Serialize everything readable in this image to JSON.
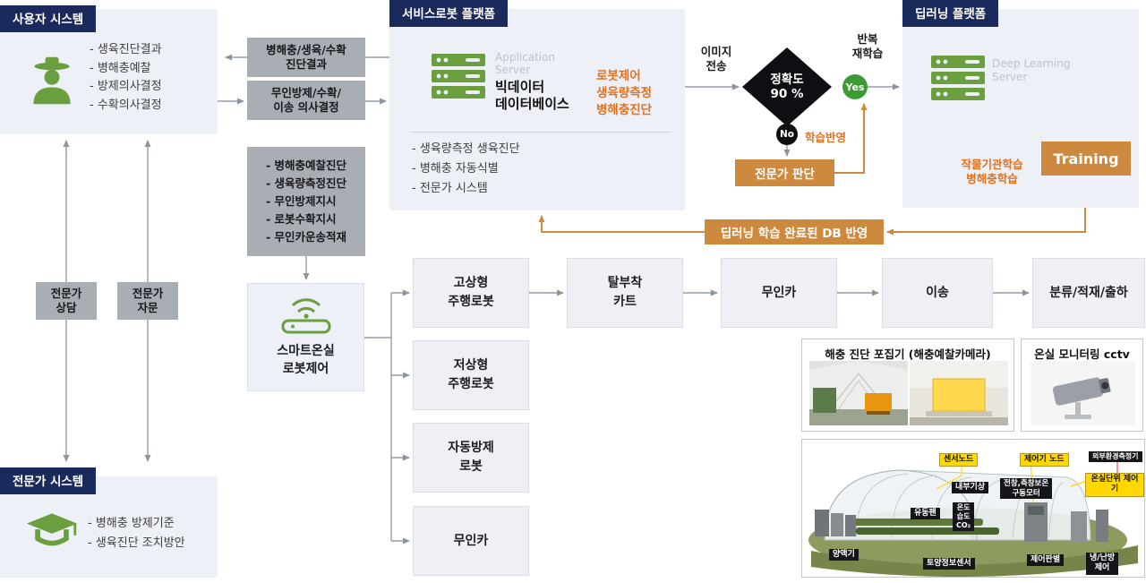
{
  "colors": {
    "navy": "#1b2a5c",
    "panel": "#edf0f7",
    "gray_box": "#a9adb4",
    "orange_box": "#cd8a3e",
    "orange_text": "#e2711d",
    "icon_green": "#6b9e3e",
    "yes_green": "#3d9a35",
    "diamond_black": "#0e0f12"
  },
  "user_system": {
    "header": "사용자 시스템",
    "items": [
      "- 생육진단결과",
      "- 병해충예찰",
      "- 방제의사결정",
      "- 수확의사결정"
    ]
  },
  "links": {
    "diagnosis_result": "병해충/생육/수확\n진단결과",
    "decision": "무인방제/수확/\n이송 의사결정",
    "consult": "전문가\n상담",
    "advice": "전문가\n자문"
  },
  "service_platform": {
    "header": "서비스로봇 플랫폼",
    "server_label": "Application\nServer",
    "db_title": "빅데이터\n데이터베이스",
    "functions": "로봇제어\n생육량측정\n병해충진단",
    "items": [
      "- 생육량측정 생육진단",
      "- 병해충 자동식별",
      "- 전문가 시스템"
    ]
  },
  "accuracy_flow": {
    "image_transfer": "이미지\n전송",
    "diamond_line1": "정확도",
    "diamond_line2": "90 %",
    "yes": "Yes",
    "no": "No",
    "repeat": "반복\n재학습",
    "feedback": "학습반영",
    "expert_judgement": "전문가 판단"
  },
  "deep_platform": {
    "header": "딥러닝 플랫폼",
    "server_label": "Deep Learning\nServer",
    "training": "Training",
    "learning": "작물기관학습\n병해충학습"
  },
  "db_apply": "딥러닝 학습 완료된 DB 반영",
  "command_box": {
    "items": [
      "- 병해충예찰진단",
      "- 생육량측정진단",
      "- 무인방제지시",
      "- 로봇수확지시",
      "- 무인카운송적재"
    ]
  },
  "greenhouse_control": "스마트온실\n로봇제어",
  "robots": [
    "고상형\n주행로봇",
    "저상형\n주행로봇",
    "자동방제\n로봇",
    "무인카"
  ],
  "logistics": [
    "탈부착\n카트",
    "무인카",
    "이송",
    "분류/적재/출하"
  ],
  "expert_system": {
    "header": "전문가 시스템",
    "items": [
      "- 병해충 방제기준",
      "- 생육진단 조치방안"
    ]
  },
  "photos": {
    "trap_title": "해충 진단 포집기 (해충예찰카메라)",
    "cctv_title": "온실 모니터링 cctv"
  },
  "greenhouse_diagram": {
    "labels": {
      "sensor_node": "센서노드",
      "controller_node": "제어기 노드",
      "outdoor_sensor": "외부환경측정기",
      "greenhouse_controller": "온실단위 제어기",
      "indoor_climate": "내부기상",
      "window_motor": "전창,측창보온\n구동모터",
      "env_values": "온도\n습도\nCO₂",
      "fan": "유동팬",
      "nutrient": "양액기",
      "soil_sensor": "토양정보센서",
      "control_panel": "제어판별",
      "hvac": "냉/난방\n제어"
    }
  }
}
